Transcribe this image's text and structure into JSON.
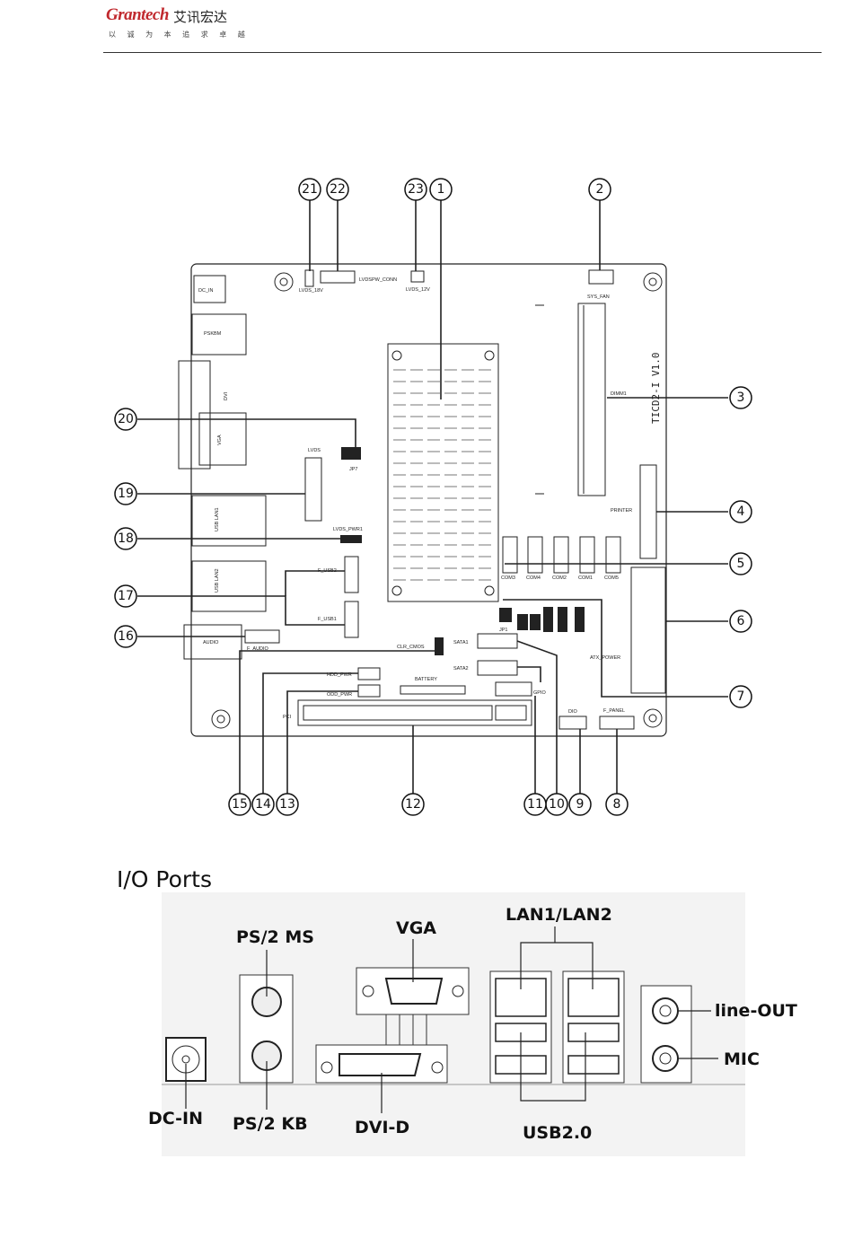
{
  "header": {
    "brand_latin": "Grantech",
    "brand_chinese": "艾讯宏达",
    "slogan": "以 诚 为 本 追 求 卓 越"
  },
  "board": {
    "model": "TICD2-I V1.0",
    "labels": {
      "dc_in": "DC_IN",
      "pskbm": "PSKBM",
      "dvi": "DVI",
      "vga": "VGA",
      "usb_lan1": "USB LAN1",
      "usb_lan2": "USB LAN2",
      "audio": "AUDIO",
      "lvds_18v": "LVDS_18V",
      "lvdspw_conn": "LVDSPW_CONN",
      "lvds_12v": "LVDS_12V",
      "sys_fan": "SYS_FAN",
      "dimm1": "DIMM1",
      "lvds": "LVDS",
      "jp7": "JP7",
      "printer": "PRINTER",
      "lvds_pwr1": "LVDS_PWR1",
      "f_usb2": "F_USB2",
      "f_usb1": "F_USB1",
      "f_audio": "F_AUDIO",
      "clr_cmos": "CLR_CMOS",
      "sata1": "SATA1",
      "sata2": "SATA2",
      "atx_power": "ATX_POWER",
      "hdd_pwr": "HDD_PWR",
      "odd_pwr": "ODD_PWR",
      "battery": "BATTERY",
      "gpio": "GPIO",
      "dio": "DIO",
      "f_panel": "F_PANEL",
      "pci": "PCI",
      "jp1": "JP1",
      "com": [
        "COM3",
        "COM4",
        "COM2",
        "COM1",
        "COM5"
      ]
    },
    "callouts": [
      "1",
      "2",
      "3",
      "4",
      "5",
      "6",
      "7",
      "8",
      "9",
      "10",
      "11",
      "12",
      "13",
      "14",
      "15",
      "16",
      "17",
      "18",
      "19",
      "20",
      "21",
      "22",
      "23"
    ]
  },
  "io": {
    "title": "I/O Ports",
    "labels": {
      "ps2_ms": "PS/2 MS",
      "vga": "VGA",
      "lan": "LAN1/LAN2",
      "line_out": "line-OUT",
      "mic": "MIC",
      "dc_in": "DC-IN",
      "ps2_kb": "PS/2 KB",
      "dvi_d": "DVI-D",
      "usb": "USB2.0"
    }
  }
}
